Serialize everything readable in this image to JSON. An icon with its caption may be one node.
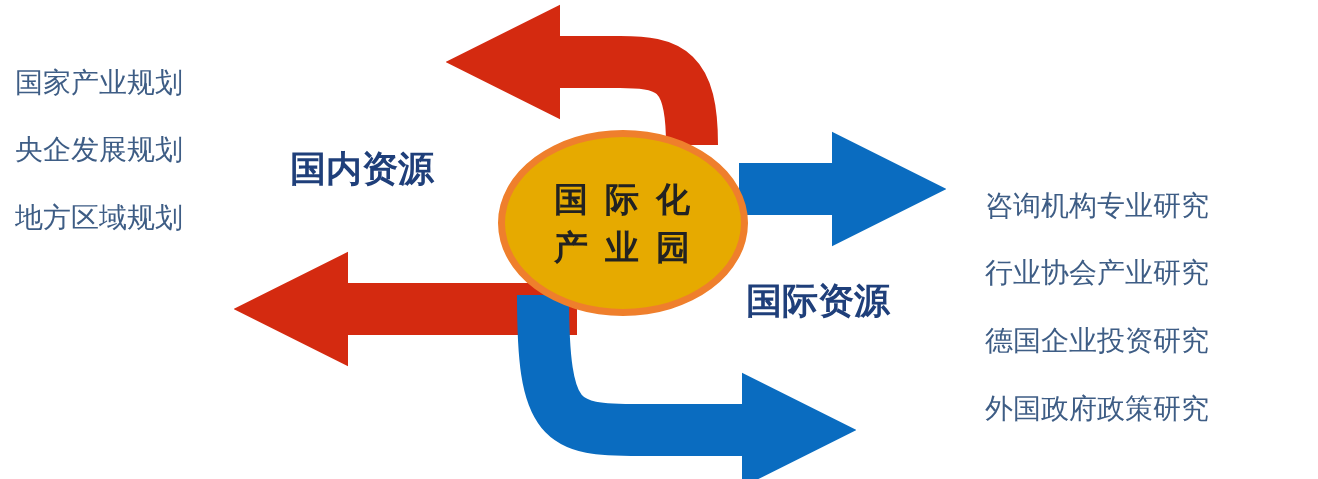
{
  "diagram": {
    "nodes": [
      {
        "text": [
          "国际化产业园"
        ]
      }
    ],
    "labels": [
      "国家产业规划",
      "央企发展规划",
      "地方区域规划",
      "国内资源",
      "国际资源",
      "咨询机构专业研究",
      "行业协会产业研究",
      "德国企业投资研究",
      "外国政府政策研究"
    ]
  }
}
